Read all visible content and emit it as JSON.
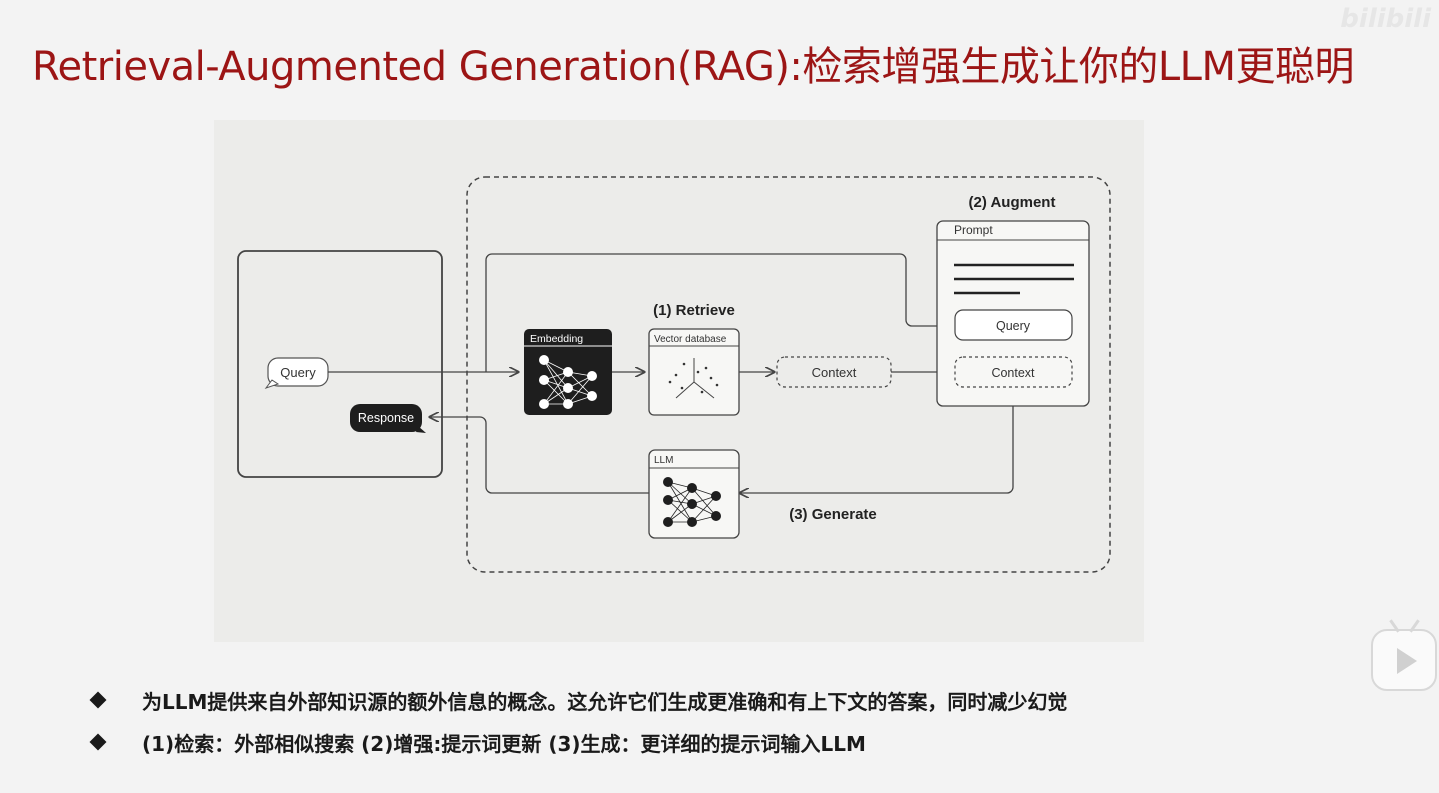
{
  "slide": {
    "title": "Retrieval-Augmented Generation(RAG):检索增强生成让你的LLM更聪明",
    "watermark": "bilibili"
  },
  "diagram": {
    "user_query": "Query",
    "response": "Response",
    "embedding": "Embedding",
    "retrieve_step": "(1) Retrieve",
    "vector_db": "Vector database",
    "context_retrieved": "Context",
    "augment_step": "(2) Augment",
    "prompt": "Prompt",
    "prompt_query": "Query",
    "prompt_context": "Context",
    "llm": "LLM",
    "generate_step": "(3) Generate"
  },
  "bullets": [
    "为LLM提供来自外部知识源的额外信息的概念。这允许它们生成更准确和有上下文的答案，同时减少幻觉",
    "(1)检索：外部相似搜索 (2)增强:提示词更新 (3)生成：更详细的提示词输入LLM"
  ],
  "icons": {
    "bullet": "diamond-bullet-icon",
    "player": "bilibili-play-icon"
  }
}
